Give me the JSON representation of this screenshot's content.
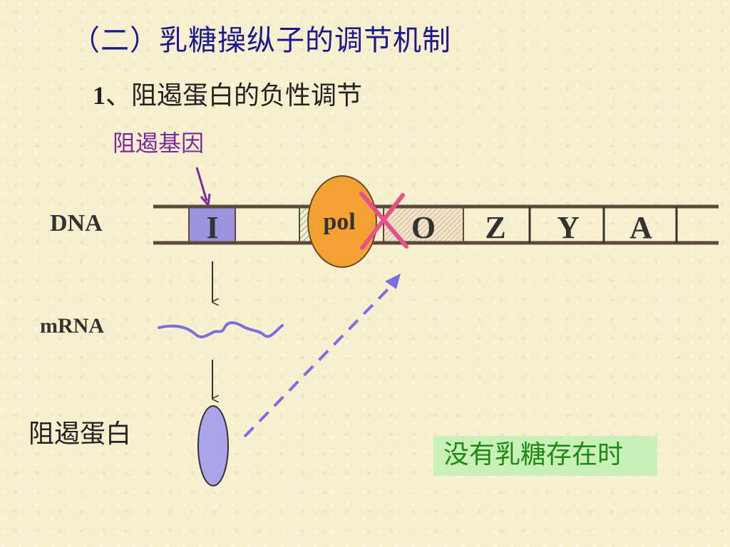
{
  "title": "（二）乳糖操纵子的调节机制",
  "subtitle": {
    "number": "1",
    "text": "、阻遏蛋白的负性调节"
  },
  "labels": {
    "repressor_gene": "阻遏基因",
    "dna": "DNA",
    "mrna": "mRNA",
    "repressor_protein": "阻遏蛋白",
    "polymerase": "pol"
  },
  "genes": {
    "i": "I",
    "o": "O",
    "z": "Z",
    "y": "Y",
    "a": "A"
  },
  "condition": "没有乳糖存在时",
  "colors": {
    "title": "#1a1a8c",
    "repressor_gene_label": "#7a2a9a",
    "dna_strand": "#5a4a3a",
    "i_gene_fill": "#9a94e0",
    "polymerase_fill": "#f2a132",
    "block_cross": "#e8508a",
    "repressor_protein_fill": "#a9a4ec",
    "dashed_arrow": "#7a6fe0",
    "condition_text": "#1c8a14",
    "condition_bg": "#c9f0b6"
  }
}
